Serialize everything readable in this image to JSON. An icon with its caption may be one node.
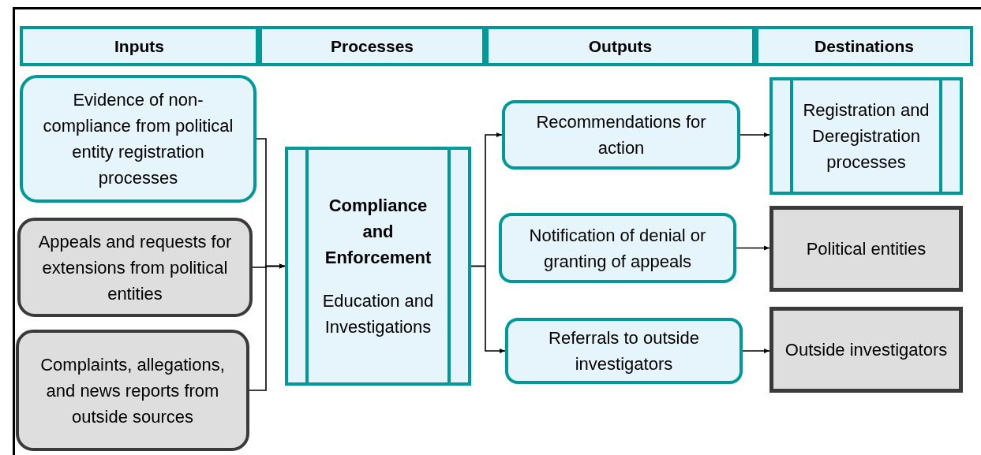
{
  "diagram": {
    "nodes": [
      {
        "text": [
          "Inputs"
        ]
      },
      {
        "text": [
          "Processes"
        ]
      },
      {
        "text": [
          "Outputs"
        ]
      },
      {
        "text": [
          "Destinations"
        ]
      },
      {
        "text": [
          "Evidence of non-compliance from political entity registration processes"
        ]
      },
      {
        "text": [
          "Appeals and requests for extensions from political entities"
        ]
      },
      {
        "text": [
          "Complaints, allegations, and news reports from outside sources"
        ]
      },
      {
        "text": [
          "Compliance and Enforcement",
          "Education and Investigations"
        ]
      },
      {
        "text": [
          "Recommendations for action"
        ]
      },
      {
        "text": [
          "Notification of denial or granting of appeals"
        ]
      },
      {
        "text": [
          "Referrals to outside investigators"
        ]
      },
      {
        "text": [
          "Registration and Deregistration processes"
        ]
      },
      {
        "text": [
          "Political entities"
        ]
      },
      {
        "text": [
          "Outside investigators"
        ]
      }
    ],
    "edges": [
      {
        "from": 4,
        "to": 7,
        "arrow": "to"
      },
      {
        "from": 5,
        "to": 7,
        "arrow": "to"
      },
      {
        "from": 6,
        "to": 7,
        "arrow": "to"
      },
      {
        "from": 7,
        "to": 8,
        "arrow": "to"
      },
      {
        "from": 7,
        "to": 10,
        "arrow": "to"
      },
      {
        "from": 8,
        "to": 11,
        "arrow": "to"
      },
      {
        "from": 9,
        "to": 12,
        "arrow": "to"
      },
      {
        "from": 10,
        "to": 13,
        "arrow": "to"
      }
    ]
  }
}
